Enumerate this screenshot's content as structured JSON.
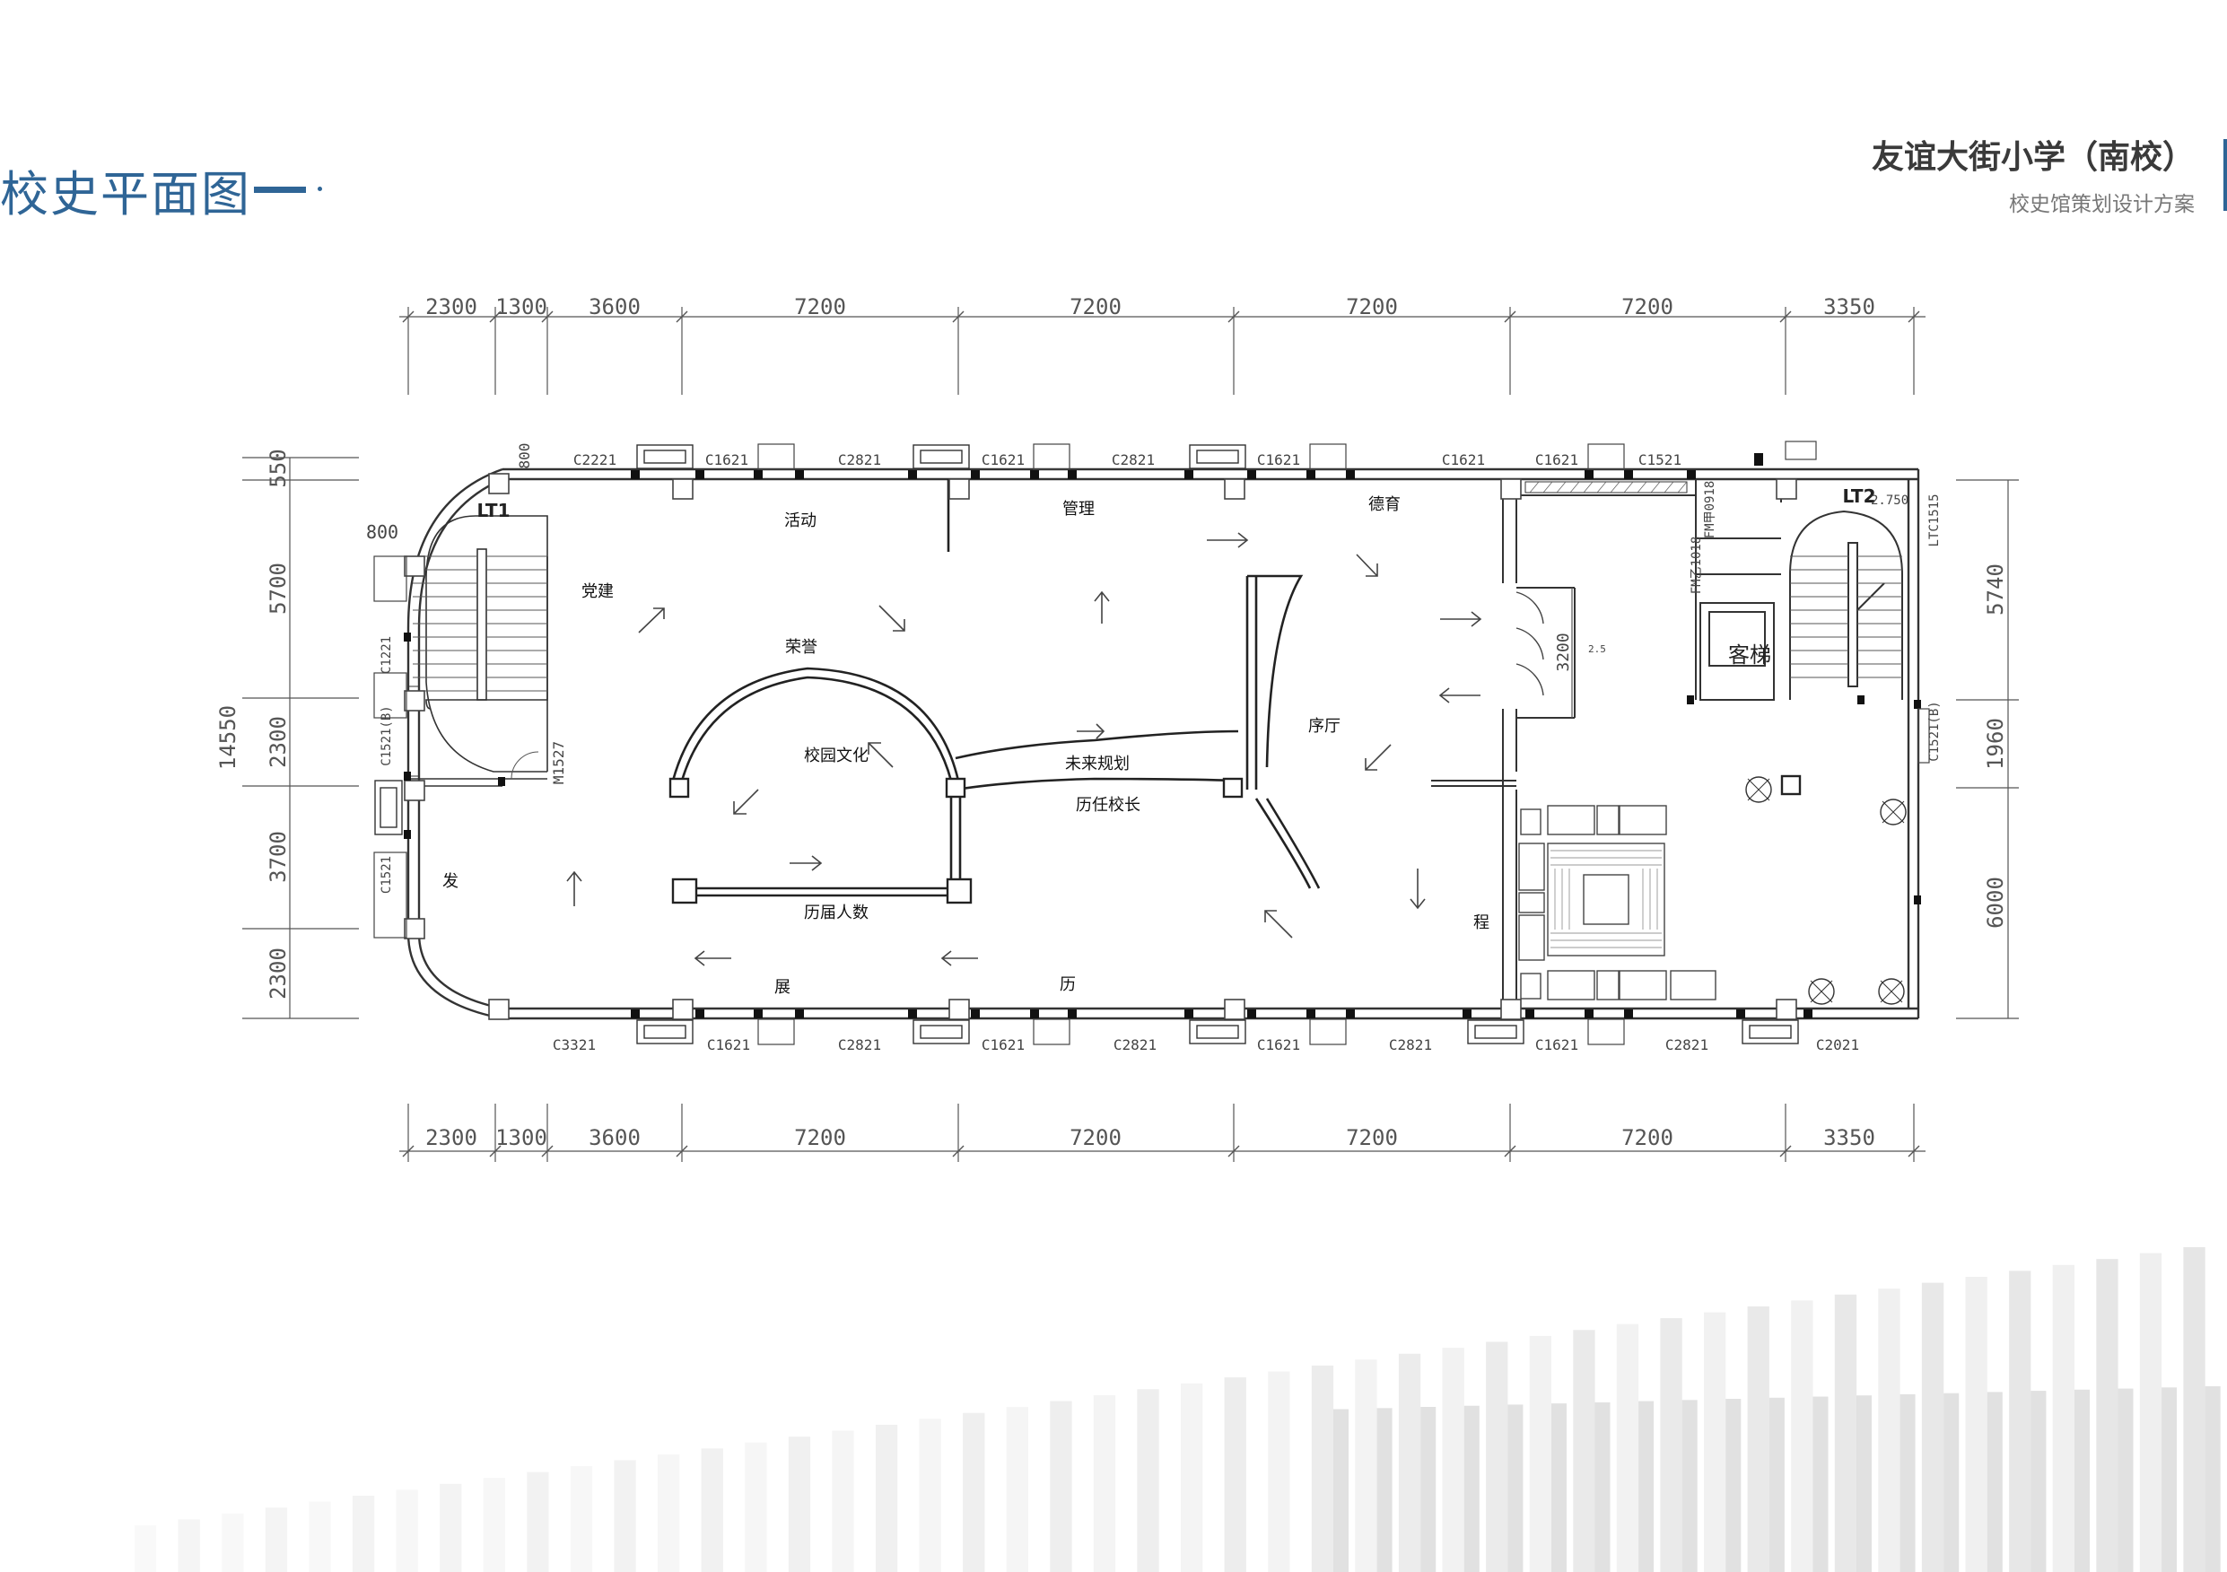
{
  "header": {
    "title": "校史平面图",
    "school_name": "友谊大街小学（南校）",
    "subtitle": "校史馆策划设计方案"
  },
  "colors": {
    "accent": "#2f6596",
    "line": "#333333",
    "dimension": "#555555"
  },
  "dimensions": {
    "top": [
      "2300",
      "1300",
      "3600",
      "7200",
      "7200",
      "7200",
      "7200",
      "3350"
    ],
    "bottom": [
      "2300",
      "1300",
      "3600",
      "7200",
      "7200",
      "7200",
      "7200",
      "3350"
    ],
    "left": [
      "550",
      "5700",
      "2300",
      "3700",
      "2300"
    ],
    "left_total": "14550",
    "right": [
      "5740",
      "1960",
      "6000"
    ]
  },
  "plan": {
    "stairs": [
      "LT1",
      "LT2"
    ],
    "misc_labels": {
      "dim_800_a": "800",
      "dim_800_b": "800",
      "door_m1527": "M1527",
      "dim_3200": "3200",
      "note_25": "2.5",
      "lt2_note": "2.750",
      "fm_a": "FM甲0918",
      "fm_b": "FM乙1018",
      "c1521_left": "C1521(B)",
      "c1521_right": "C1521(B)",
      "c1221": "C1221",
      "c1521_b": "C1521",
      "ltc": "LTC1515"
    },
    "zones": {
      "activity": "活动",
      "management": "管理",
      "moral": "德育",
      "party": "党建",
      "honor": "荣誉",
      "campus_culture": "校园文化",
      "future": "未来规划",
      "principals": "历任校长",
      "lobby": "序厅",
      "alumni_count": "历届人数",
      "fa": "发",
      "zhan": "展",
      "li": "历",
      "cheng": "程",
      "elevator": "客梯"
    },
    "window_labels_top": [
      "C2221",
      "C1621",
      "C2821",
      "C1621",
      "C2821",
      "C1621",
      "C1621",
      "C1621",
      "C1521"
    ],
    "window_labels_bottom": [
      "C3321",
      "C1621",
      "C2821",
      "C1621",
      "C2821",
      "C1621",
      "C2821",
      "C1621",
      "C2821",
      "C2021"
    ]
  }
}
